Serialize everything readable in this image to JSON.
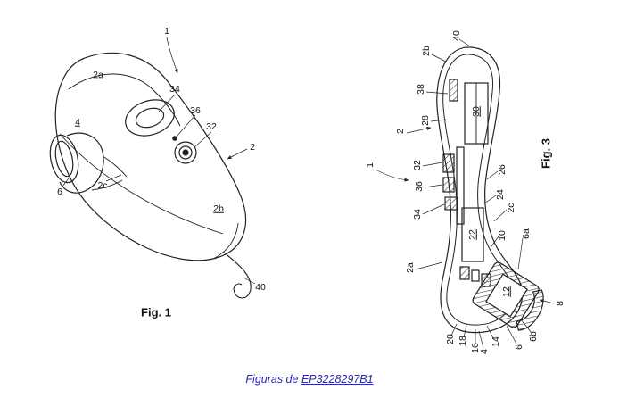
{
  "colors": {
    "ink": "#222222",
    "link": "#2b2b9e",
    "background": "#ffffff"
  },
  "fig1": {
    "caption": "Fig. 1",
    "labels": {
      "n1": "1",
      "n2a": "2a",
      "n34": "34",
      "n36": "36",
      "n32": "32",
      "n2": "2",
      "n4": "4",
      "n6": "6",
      "n2c": "2c",
      "n2b": "2b",
      "n40": "40"
    }
  },
  "fig3": {
    "caption": "Fig. 3",
    "labels": {
      "n40": "40",
      "n2b": "2b",
      "n38": "38",
      "n30": "30",
      "n28": "28",
      "n2": "2",
      "n1": "1",
      "n32": "32",
      "n36": "36",
      "n26": "26",
      "n34": "34",
      "n24": "24",
      "n22": "22",
      "n2c": "2c",
      "n10": "10",
      "n6a": "6a",
      "n2a": "2a",
      "n12": "12",
      "n8": "8",
      "n20": "20",
      "n18": "18",
      "n16": "16",
      "n14": "14",
      "n4": "4",
      "n6": "6",
      "n6b": "6b"
    }
  },
  "caption": {
    "prefix": "Figuras de ",
    "link_text": "EP3228297B1"
  }
}
